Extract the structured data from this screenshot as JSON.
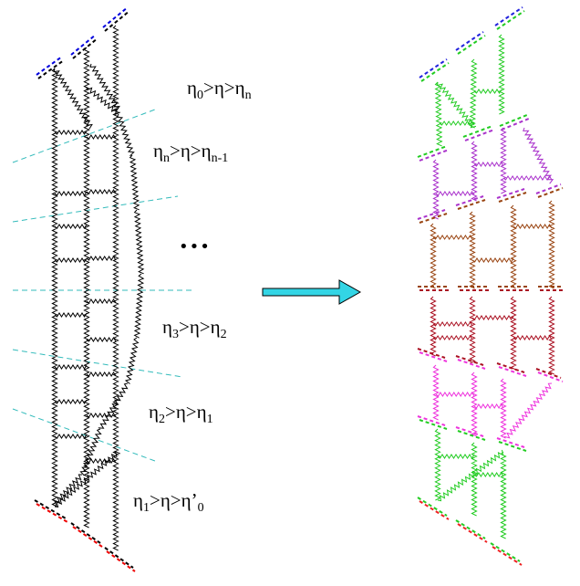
{
  "colors": {
    "wavy_left": "#000000",
    "dashed_cut": "#33bbbb",
    "top_ends": "#0000dd",
    "bottom_ends": "#ee0000",
    "arrow": "#33d5e5",
    "green": "#22cc22",
    "purple": "#aa33cc",
    "brown": "#994411",
    "dark_red": "#aa1122",
    "magenta": "#ee33dd",
    "red": "#ee2222",
    "blue": "#2222dd"
  },
  "labels": {
    "r0": {
      "a": "η",
      "s1": "0",
      "b": ">η>η",
      "s2": "n"
    },
    "r1": {
      "a": "η",
      "s1": "n",
      "b": ">η>η",
      "s2": "n-1"
    },
    "dots": "•••",
    "r2": {
      "a": "η",
      "s1": "3",
      "b": ">η>η",
      "s2": "2"
    },
    "r3": {
      "a": "η",
      "s1": "2",
      "b": ">η>η",
      "s2": "1"
    },
    "r4": {
      "a": "η",
      "s1": "1",
      "b": ">η>η’",
      "s2": "0"
    }
  },
  "icons": {
    "arrow": "right-arrow-icon"
  }
}
